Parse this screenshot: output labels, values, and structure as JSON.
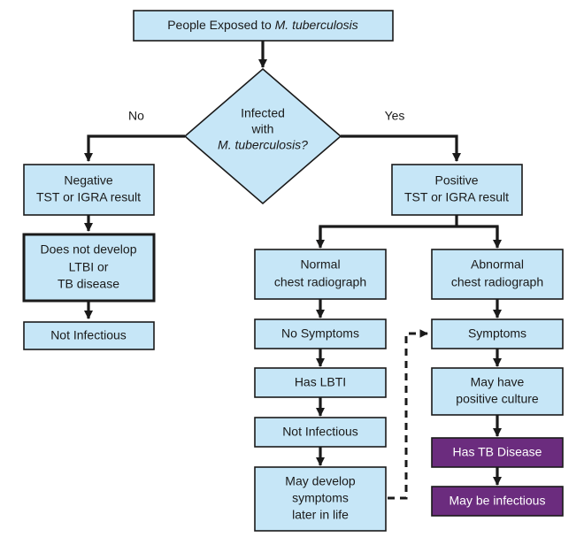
{
  "nodes": {
    "exposed": {
      "prefix": "People Exposed to ",
      "italic": "M. tuberculosis"
    },
    "infected": {
      "line1": "Infected",
      "line2": "with",
      "line3": "M. tuberculosis?"
    },
    "negative": {
      "line1": "Negative",
      "line2": "TST or IGRA result"
    },
    "positive": {
      "line1": "Positive",
      "line2": "TST or IGRA result"
    },
    "no_develop": {
      "line1": "Does not develop",
      "line2": "LTBI or",
      "line3": "TB disease"
    },
    "not_infectious_left": {
      "label": "Not Infectious"
    },
    "normal_xray": {
      "line1": "Normal",
      "line2": "chest radiograph"
    },
    "abnormal_xray": {
      "line1": "Abnormal",
      "line2": "chest radiograph"
    },
    "no_symptoms": {
      "label": "No Symptoms"
    },
    "has_lbti": {
      "label": "Has LBTI"
    },
    "not_infectious_mid": {
      "label": "Not Infectious"
    },
    "may_develop": {
      "line1": "May develop",
      "line2": "symptoms",
      "line3": "later in life"
    },
    "symptoms": {
      "label": "Symptoms"
    },
    "positive_culture": {
      "line1": "May have",
      "line2": "positive culture"
    },
    "has_tb": {
      "label": "Has TB Disease"
    },
    "may_be_infectious": {
      "label": "May be infectious"
    }
  },
  "branches": {
    "no": "No",
    "yes": "Yes"
  },
  "colors": {
    "box_fill": "#c6e6f7",
    "highlight_fill": "#6b2c7e",
    "line": "#1a1a1a"
  }
}
